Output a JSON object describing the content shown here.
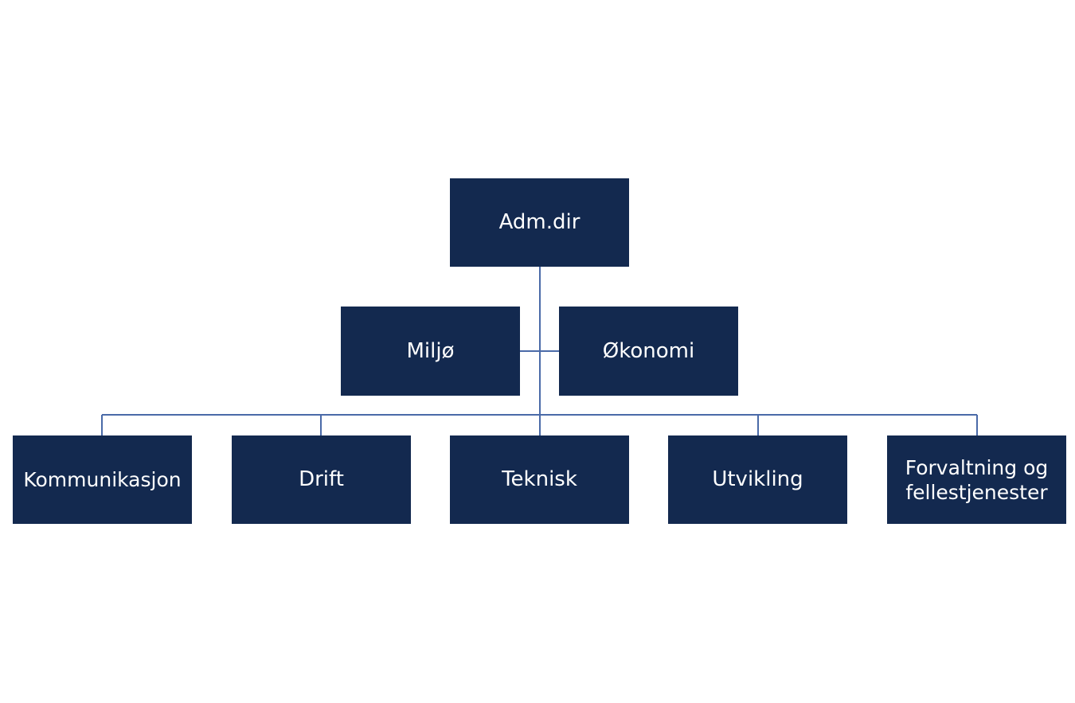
{
  "diagram": {
    "root": {
      "label": "Adm.dir"
    },
    "assistants": [
      {
        "label": "Miljø"
      },
      {
        "label": "Økonomi"
      }
    ],
    "departments": [
      {
        "label": "Kommunikasjon"
      },
      {
        "label": "Drift"
      },
      {
        "label": "Teknisk"
      },
      {
        "label": "Utvikling"
      },
      {
        "label": "Forvaltning og\nfellestjenester"
      }
    ],
    "colors": {
      "box_fill": "#13294f",
      "box_text": "#ffffff",
      "connector": "#4a6aa8",
      "background": "#ffffff"
    }
  }
}
